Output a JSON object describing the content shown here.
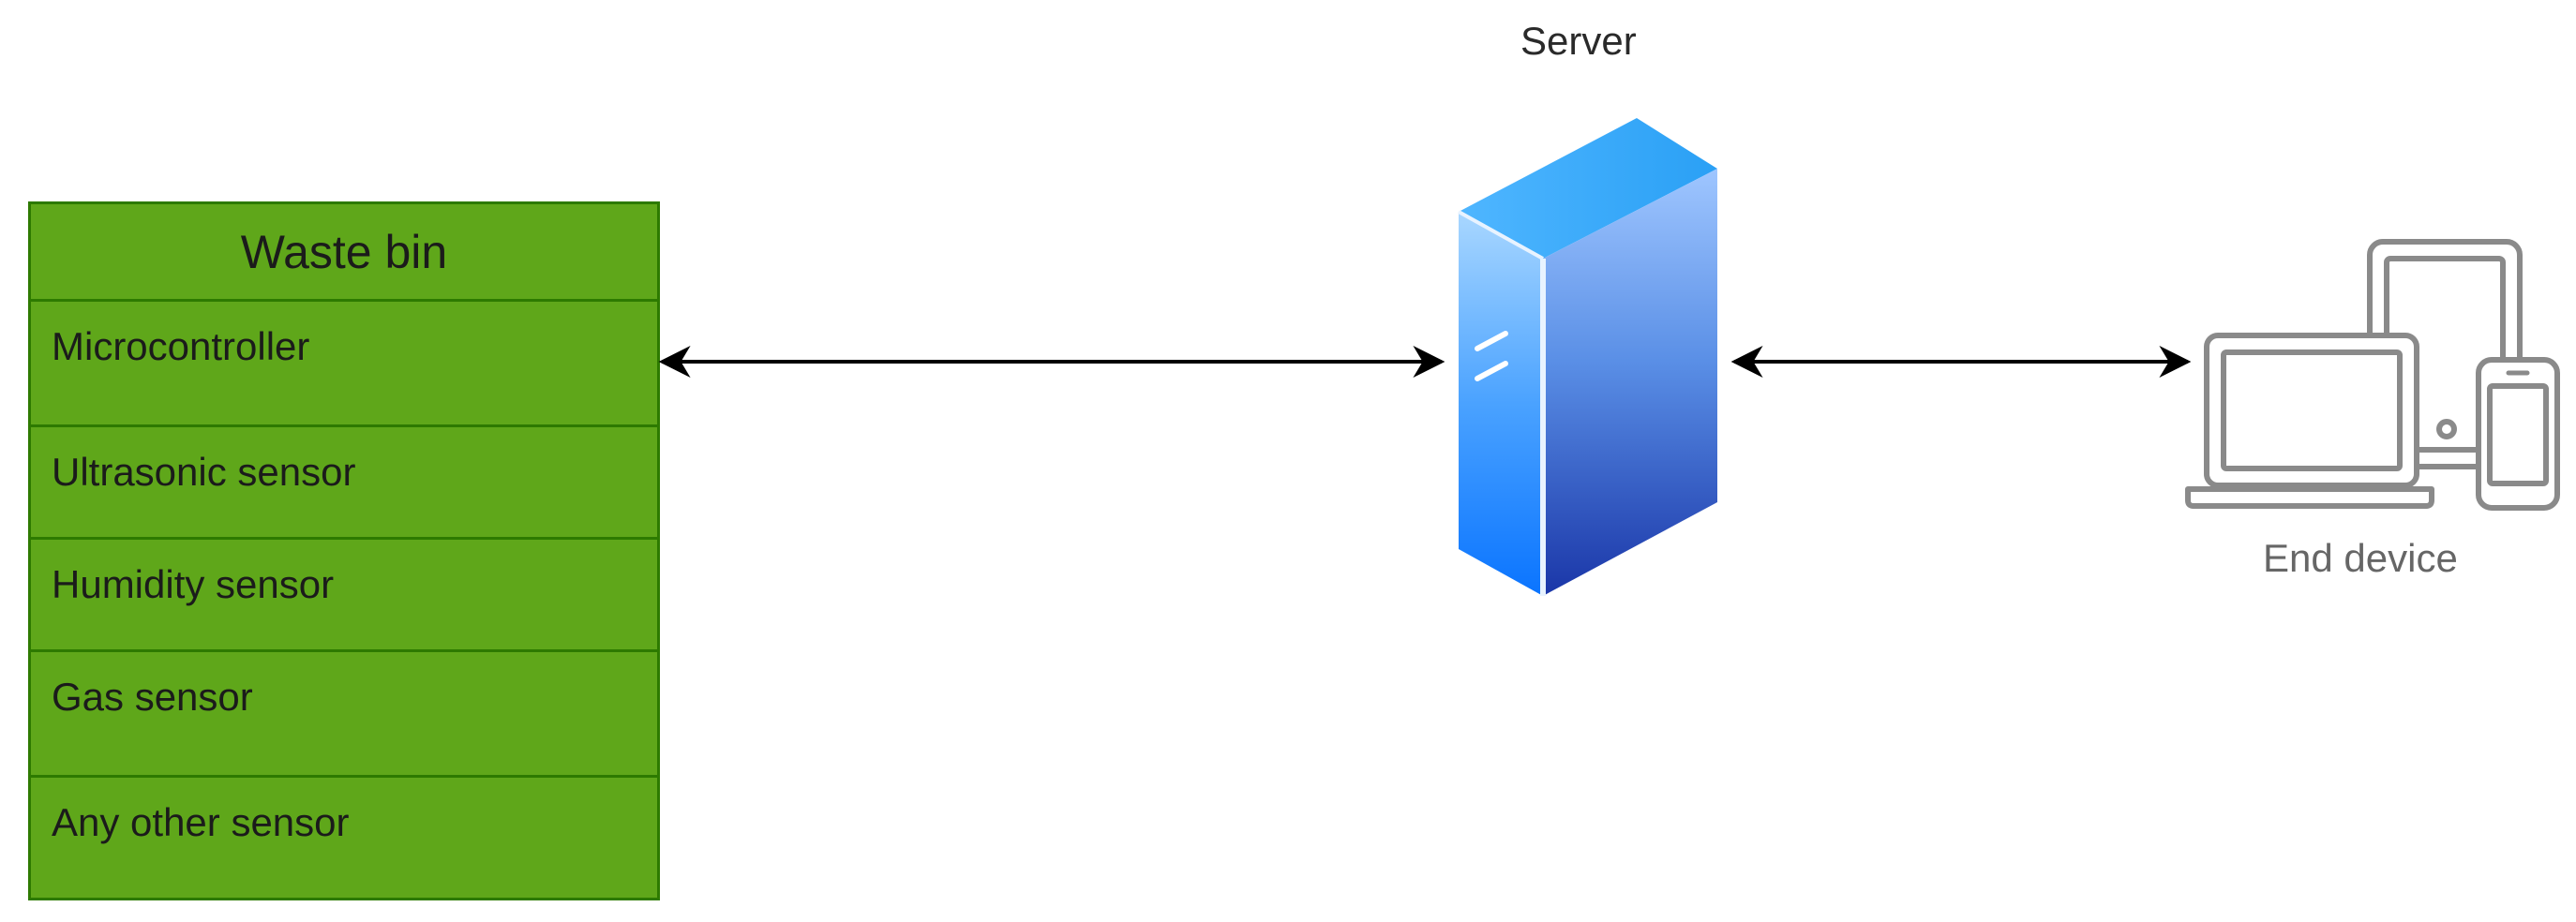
{
  "bin": {
    "title": "Waste bin",
    "rows": [
      "Microcontroller",
      "Ultrasonic sensor",
      "Humidity sensor",
      "Gas sensor",
      "Any other sensor"
    ]
  },
  "server": {
    "label": "Server",
    "icon": "server-icon"
  },
  "end_device": {
    "label": "End device",
    "icon": "devices-icon"
  },
  "connections": [
    {
      "from": "Waste bin",
      "to": "Server",
      "direction": "bidirectional"
    },
    {
      "from": "Server",
      "to": "End device",
      "direction": "bidirectional"
    }
  ],
  "colors": {
    "bin_fill": "#5fa71a",
    "bin_border": "#2d7a00",
    "device_stroke": "#8a8a8a",
    "arrow": "#000000"
  }
}
